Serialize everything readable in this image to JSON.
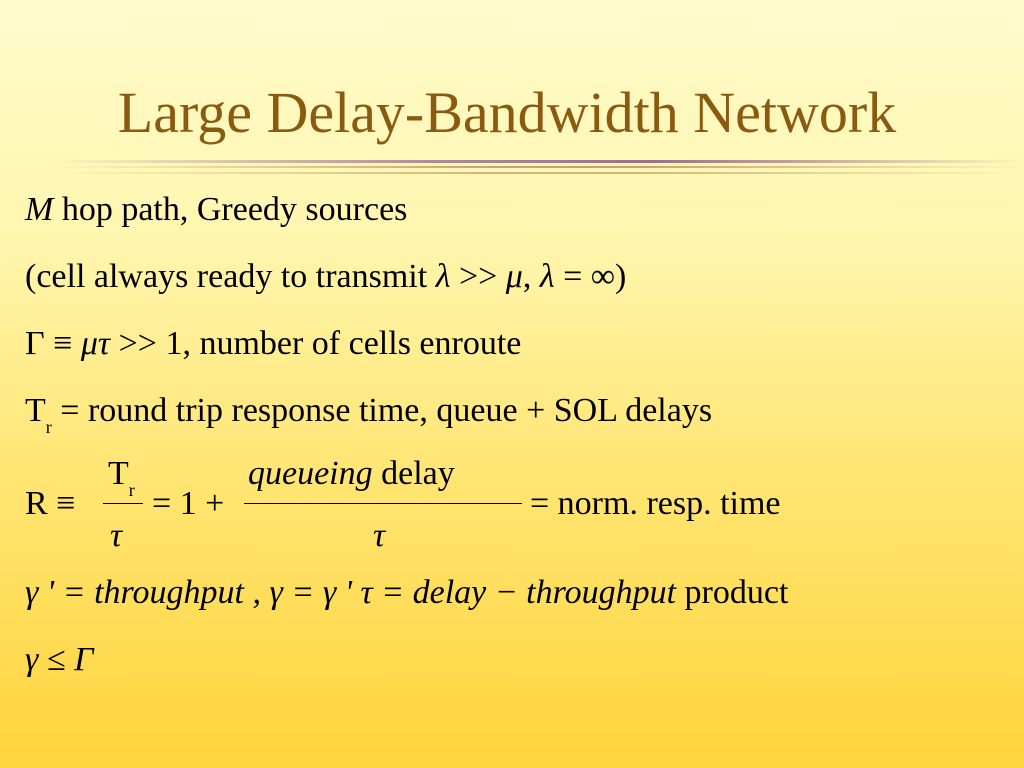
{
  "slide": {
    "title": "Large Delay-Bandwidth Network"
  },
  "lines": {
    "l1": {
      "m": "M",
      "rest": "hop path, Greedy sources"
    },
    "l2": {
      "open": "(cell always ready to transmit ",
      "lambda1": "λ",
      "gg": " >> ",
      "mu": "μ",
      "comma": ", ",
      "lambda2": "λ",
      "eqinf": " = ∞)"
    },
    "l3": {
      "gamma": "Γ ≡ ",
      "mutau": "μτ",
      "rest": " >> 1, number of cells enroute"
    },
    "l4": {
      "t": "T",
      "r": "r",
      "rest": " = round trip response time, queue + SOL delays"
    },
    "l5": {
      "lhs": "R ≡",
      "num1_t": "T",
      "num1_r": "r",
      "den1": "τ",
      "mid": "= 1 +",
      "num2_it": "queueing",
      "num2_rest": " delay",
      "den2": "τ",
      "rhs": "= norm. resp. time"
    },
    "l6": {
      "italic_part": "γ ' = throughput , γ = γ ' τ = delay − throughput",
      "rest": " product"
    },
    "l7": {
      "expr": "γ ≤ Γ"
    }
  }
}
